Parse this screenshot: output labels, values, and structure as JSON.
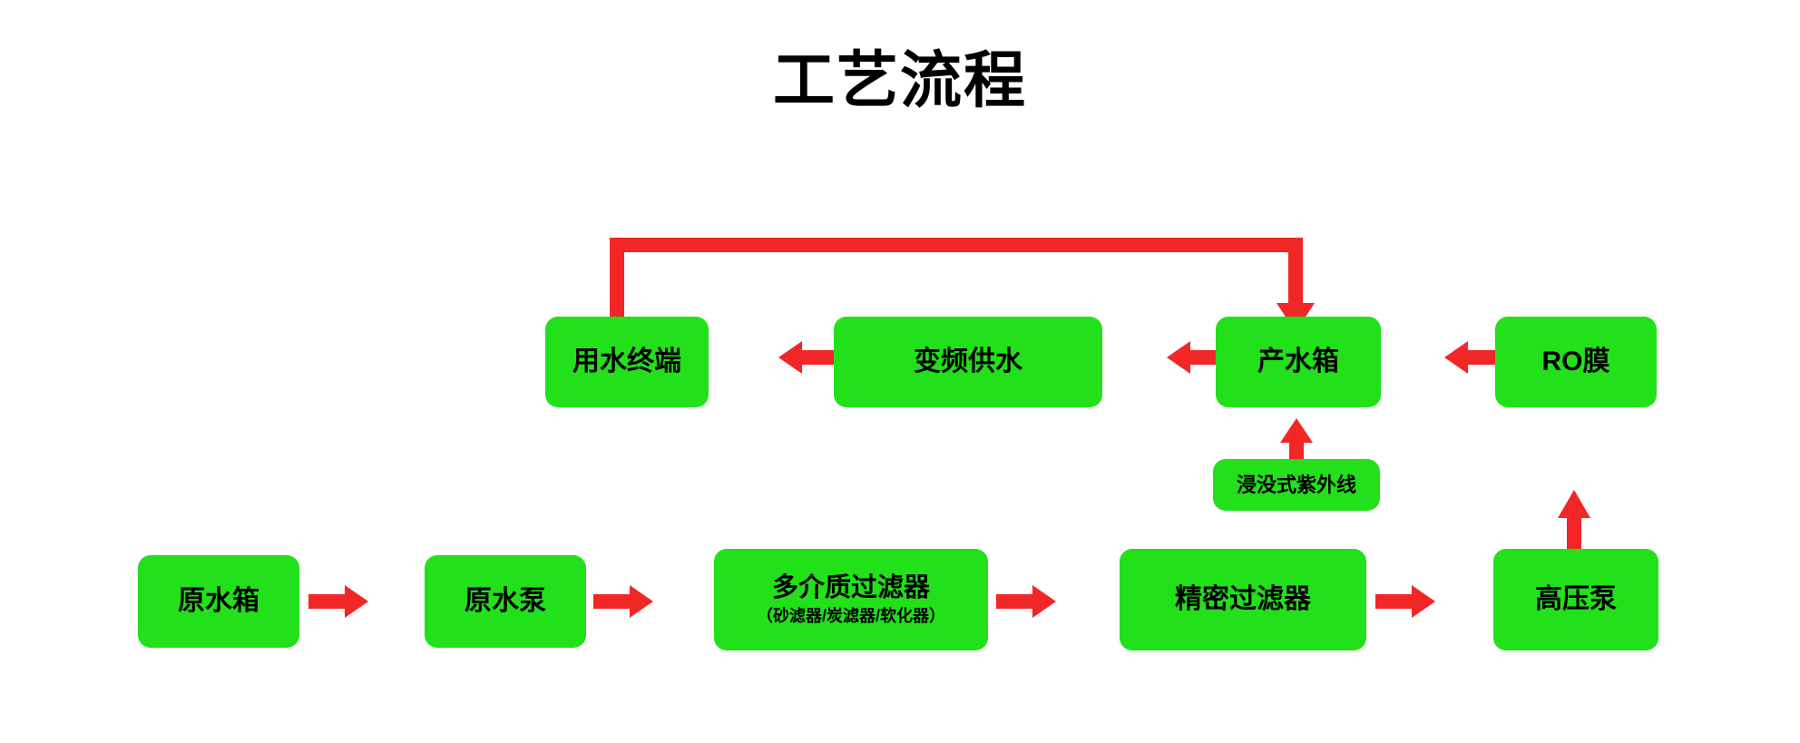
{
  "diagram": {
    "title": "工艺流程",
    "colors": {
      "node_fill": "#22E01A",
      "arrow": "#F12626",
      "text": "#000000",
      "background": "#FFFFFF"
    },
    "nodes": {
      "water_terminal": {
        "label": "用水终端"
      },
      "vfd_supply": {
        "label": "变频供水"
      },
      "product_tank": {
        "label": "产水箱"
      },
      "ro_membrane": {
        "label": "RO膜"
      },
      "uv": {
        "label": "浸没式紫外线"
      },
      "raw_tank": {
        "label": "原水箱"
      },
      "raw_pump": {
        "label": "原水泵"
      },
      "multimedia_filter": {
        "label": "多介质过滤器",
        "sub_label": "（砂滤器/炭滤器/软化器）"
      },
      "precision_filter": {
        "label": "精密过滤器"
      },
      "hp_pump": {
        "label": "高压泵"
      }
    }
  }
}
